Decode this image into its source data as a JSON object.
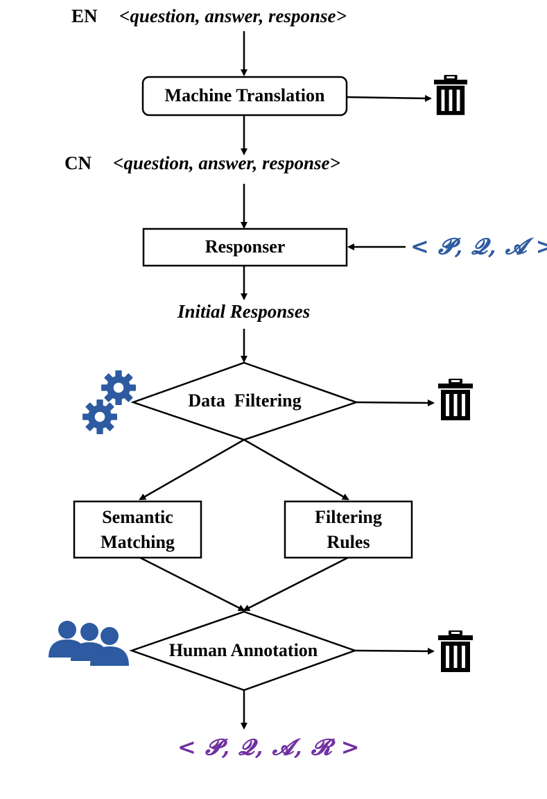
{
  "colors": {
    "accent_blue": "#2d5aa0",
    "output_purple": "#7030a0",
    "line": "#000000"
  },
  "en_row": {
    "lang": "EN",
    "triple": "<question, answer, response>"
  },
  "mt": {
    "label": "Machine Translation"
  },
  "cn_row": {
    "lang": "CN",
    "triple": "<question, answer, response>"
  },
  "responser": {
    "label": "Responser",
    "input": "< 𝓟, 𝓠, 𝓐 >"
  },
  "initial_responses": "Initial Responses",
  "data_filtering": {
    "label": "Data  Filtering",
    "icon": "gears-icon"
  },
  "semantic_matching": {
    "line1": "Semantic",
    "line2": "Matching"
  },
  "filtering_rules": {
    "line1": "Filtering",
    "line2": "Rules"
  },
  "human_annotation": {
    "label": "Human Annotation",
    "icon": "users-icon"
  },
  "output": "< 𝓟, 𝓠, 𝓐, 𝓡 >",
  "discard_icon": "trash-icon"
}
